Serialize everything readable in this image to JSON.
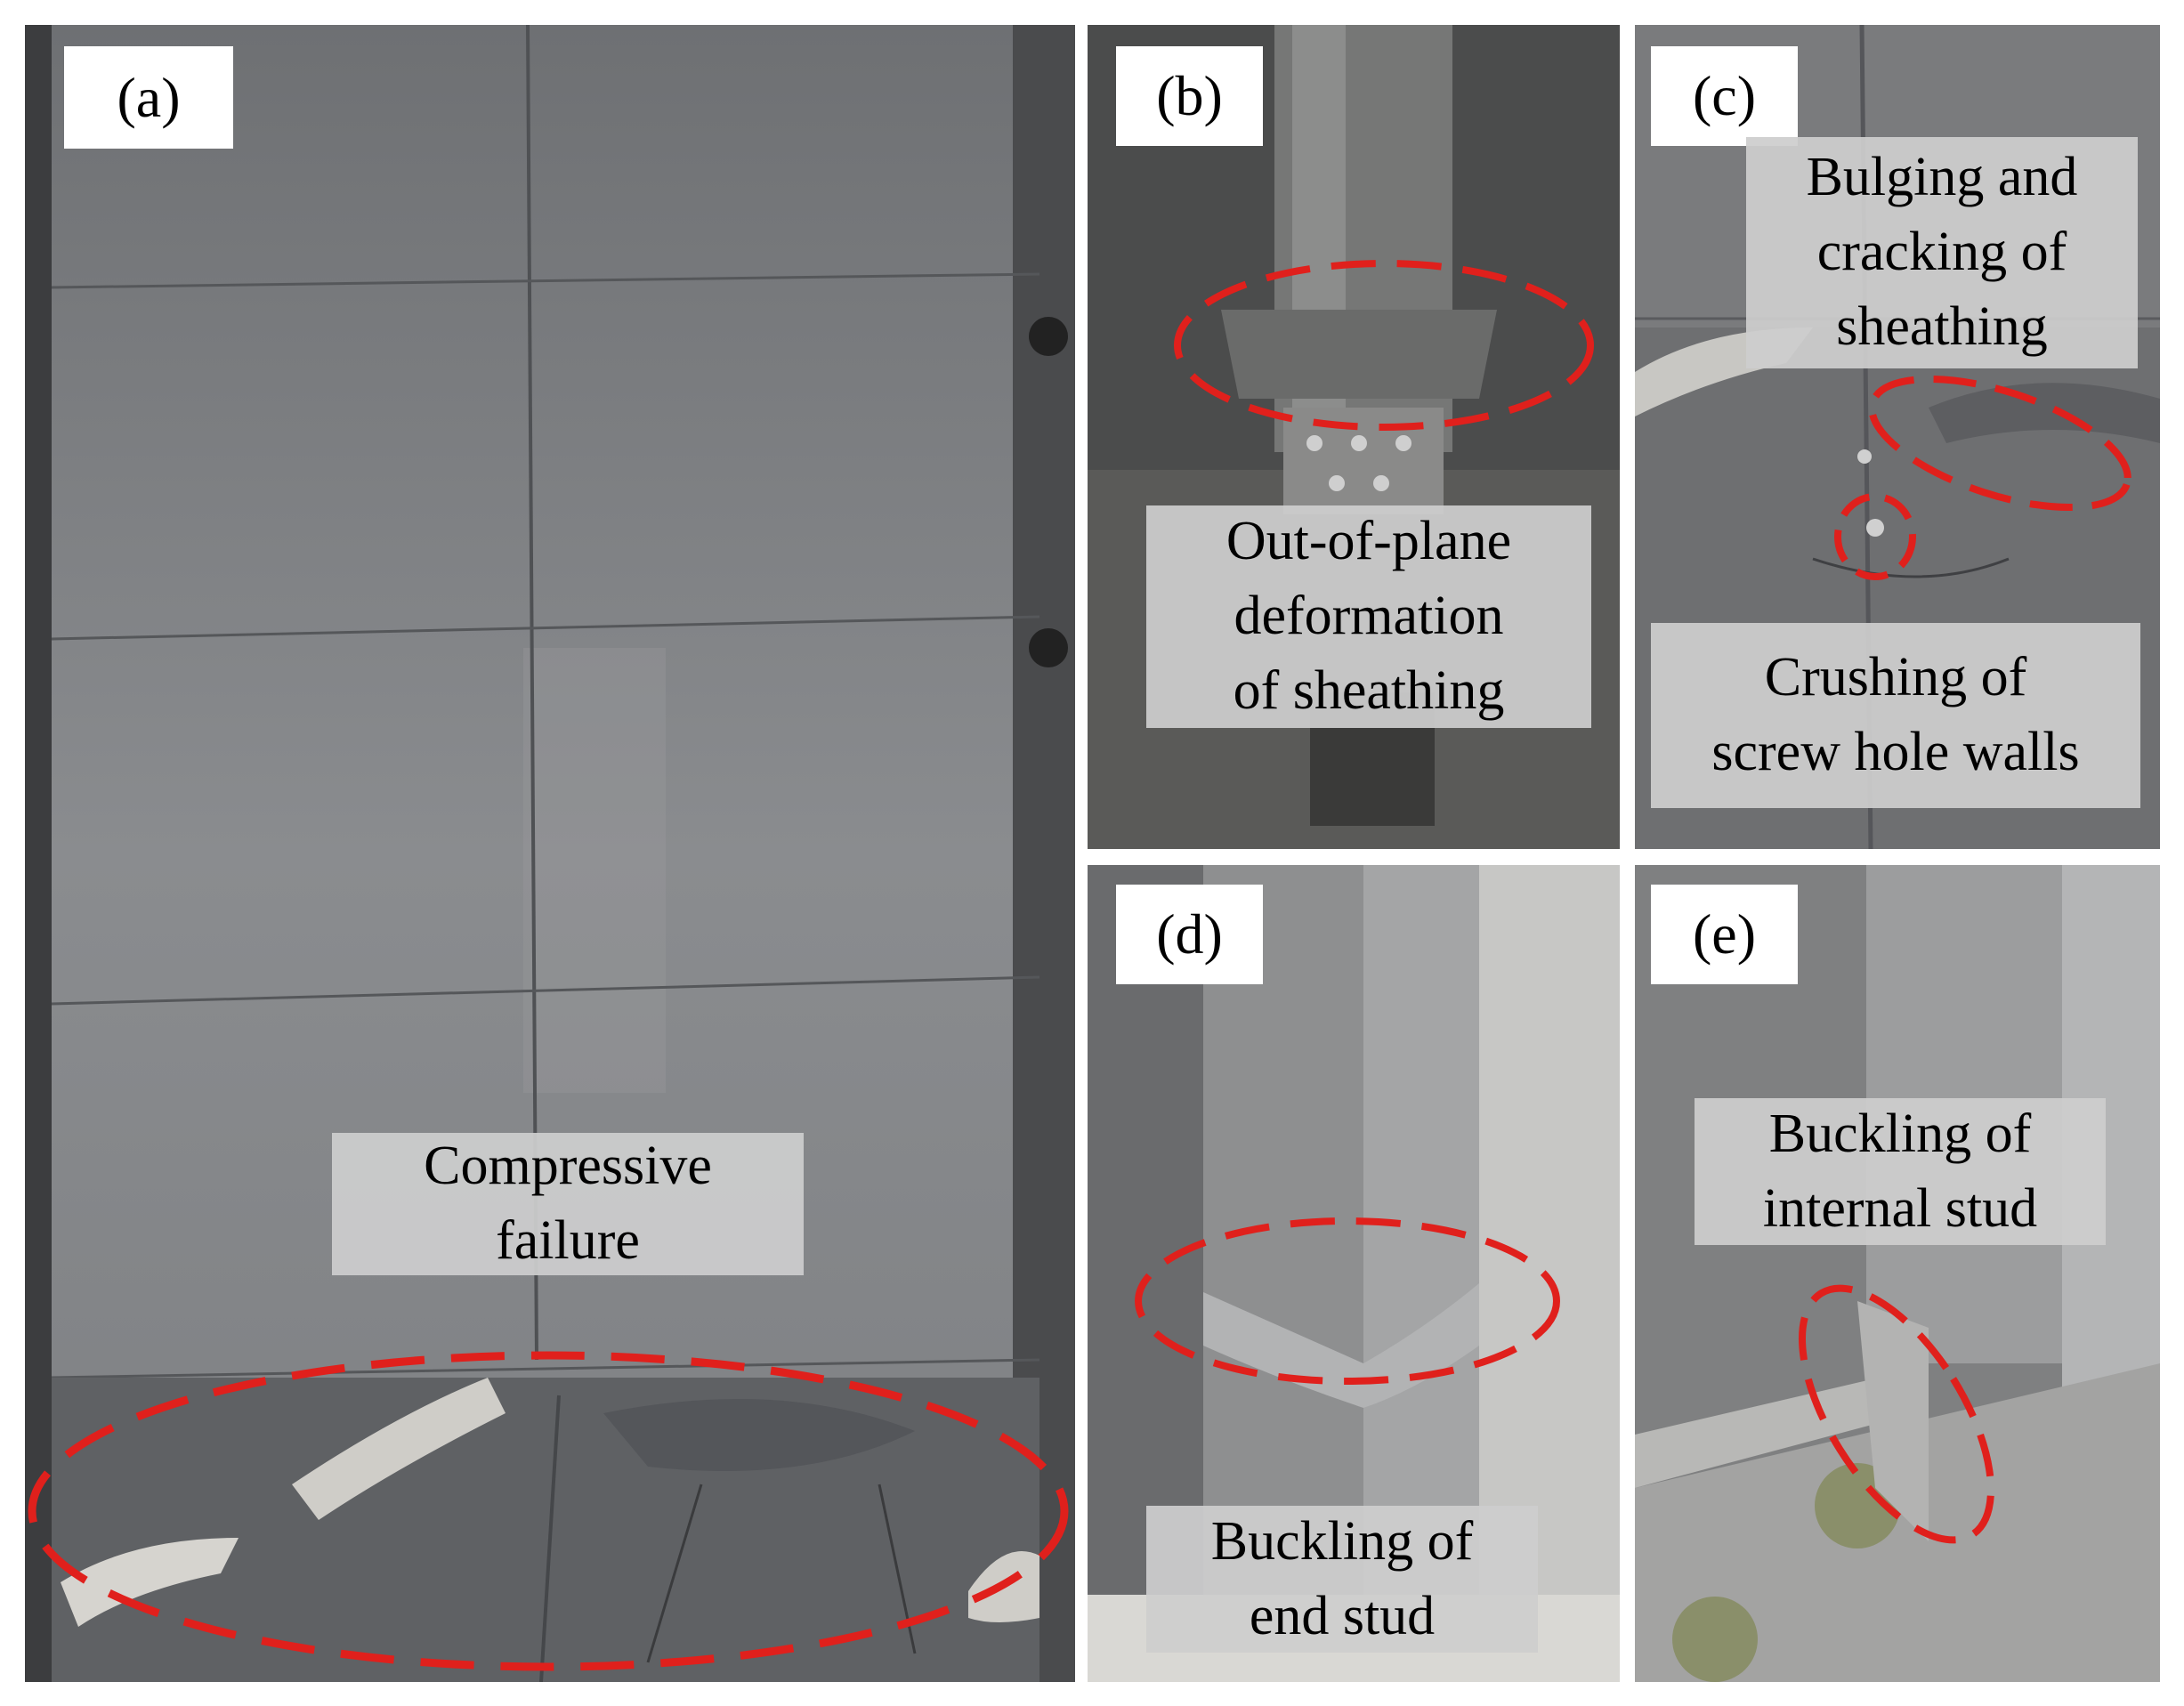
{
  "panels": {
    "a": {
      "label": "(a)",
      "caption": [
        "Compressive",
        "failure"
      ]
    },
    "b": {
      "label": "(b)",
      "caption": [
        "Out-of-plane",
        "deformation",
        "of sheathing"
      ]
    },
    "c": {
      "label": "(c)",
      "caption_top": [
        "Bulging and",
        "cracking of",
        "sheathing"
      ],
      "caption_bottom": [
        "Crushing of",
        "screw hole walls"
      ]
    },
    "d": {
      "label": "(d)",
      "caption": [
        "Buckling of",
        "end stud"
      ]
    },
    "e": {
      "label": "(e)",
      "caption": [
        "Buckling of",
        "internal stud"
      ]
    }
  },
  "colors": {
    "highlight": "#e0201c",
    "caption_bg": "#cdcdcd",
    "label_bg": "#ffffff"
  }
}
